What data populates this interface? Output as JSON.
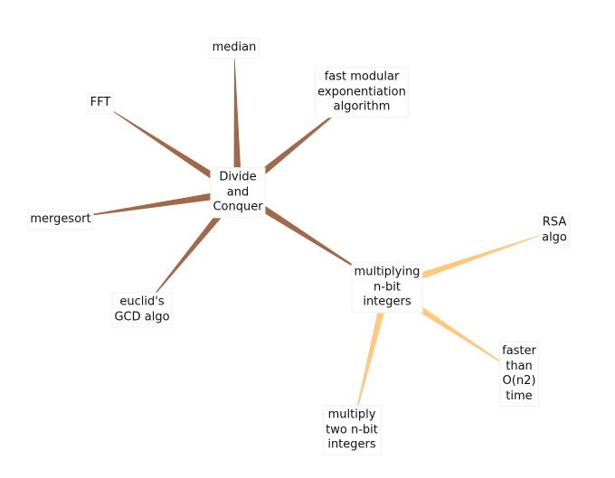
{
  "colors": {
    "brown": "#a0694a",
    "orange": "#ffc87c",
    "background": "#ffffff"
  },
  "nodes": {
    "divide": "Divide\nand\nConquer",
    "median": "median",
    "fast_modexp": "fast modular\nexponentiation\nalgorithm",
    "fft": "FFT",
    "mergesort": "mergesort",
    "euclid": "euclid's\nGCD algo",
    "multiplying": "multiplying\nn-bit\nintegers",
    "rsa": "RSA\nalgo",
    "faster": "faster\nthan\nO(n2)\ntime",
    "multiply_two": "multiply\ntwo n-bit\nintegers"
  },
  "edges": [
    {
      "from": "divide",
      "to": "median",
      "color": "brown"
    },
    {
      "from": "divide",
      "to": "fast_modexp",
      "color": "brown"
    },
    {
      "from": "divide",
      "to": "fft",
      "color": "brown"
    },
    {
      "from": "divide",
      "to": "mergesort",
      "color": "brown"
    },
    {
      "from": "divide",
      "to": "euclid",
      "color": "brown"
    },
    {
      "from": "divide",
      "to": "multiplying",
      "color": "brown"
    },
    {
      "from": "multiplying",
      "to": "rsa",
      "color": "orange"
    },
    {
      "from": "multiplying",
      "to": "faster",
      "color": "orange"
    },
    {
      "from": "multiplying",
      "to": "multiply_two",
      "color": "orange"
    }
  ]
}
